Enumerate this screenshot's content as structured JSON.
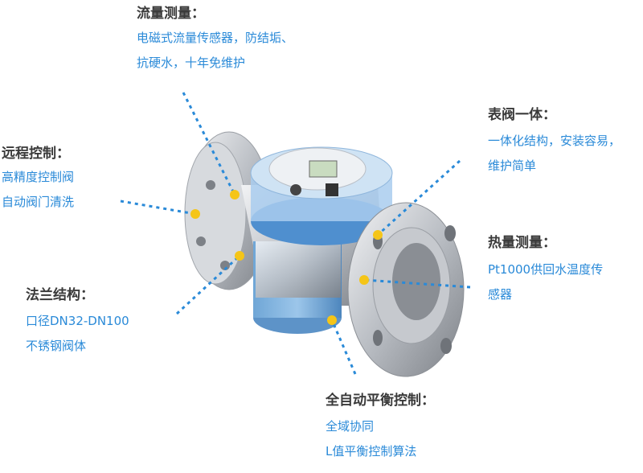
{
  "colors": {
    "accent": "#2a8ad8",
    "title": "#3a3a3a",
    "dot": "#f5c518"
  },
  "features": [
    {
      "title": "流量测量：",
      "lines": [
        "电磁式流量传感器，防结垢、",
        "抗硬水，十年免维护"
      ]
    },
    {
      "title": "远程控制：",
      "lines": [
        "高精度控制阀",
        "自动阀门清洗"
      ]
    },
    {
      "title": "法兰结构：",
      "lines": [
        "口径DN32-DN100",
        "不锈钢阀体"
      ]
    },
    {
      "title": "表阀一体：",
      "lines": [
        "一体化结构，安装容易，",
        "维护简单"
      ]
    },
    {
      "title": "热量测量：",
      "lines": [
        "Pt1000供回水温度传",
        "感器"
      ]
    },
    {
      "title": "全自动平衡控制：",
      "lines": [
        "全域协同",
        "L值平衡控制算法"
      ]
    }
  ]
}
